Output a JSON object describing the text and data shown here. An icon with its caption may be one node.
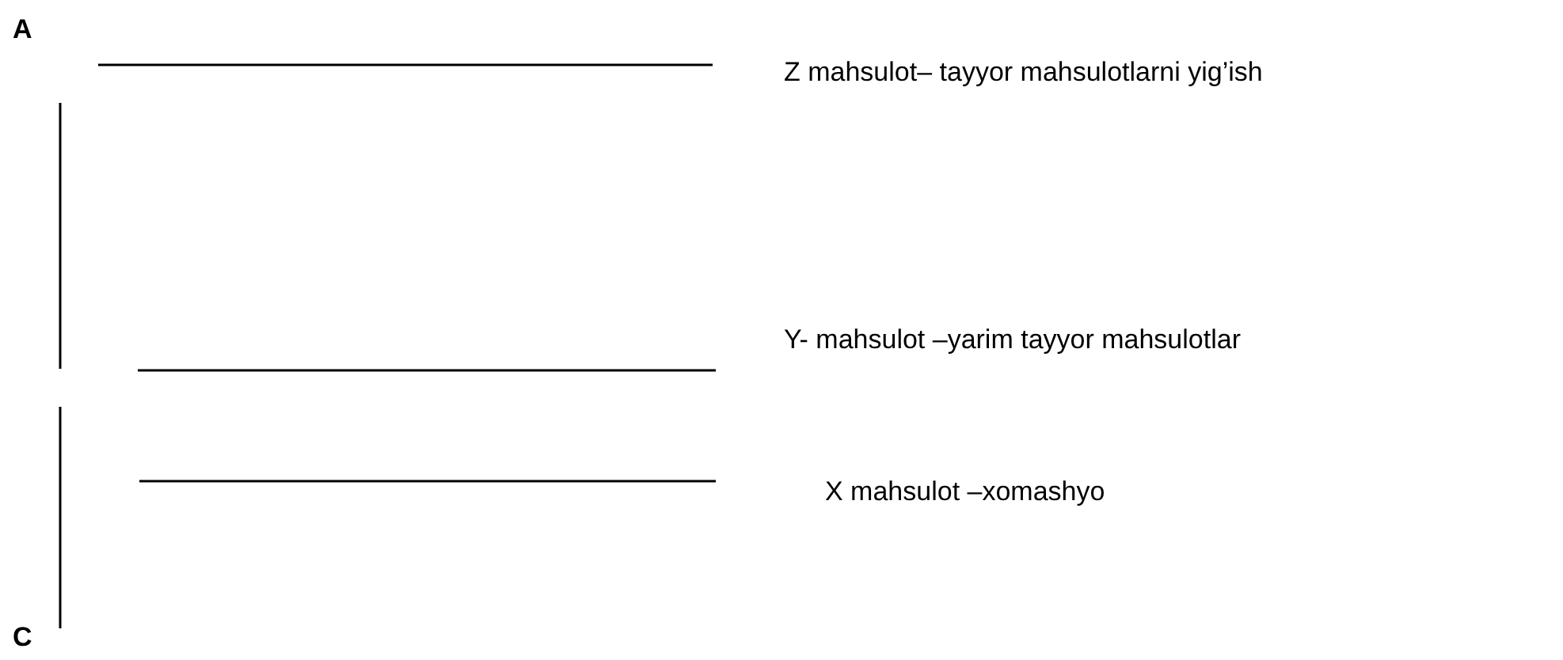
{
  "diagram": {
    "labels": [
      "A",
      "Z mahsulot– tayyor mahsulotlarni yig’ish",
      "Y- mahsulot –yarim tayyor mahsulotlar",
      "X mahsulot –xomashyo",
      "C"
    ]
  }
}
